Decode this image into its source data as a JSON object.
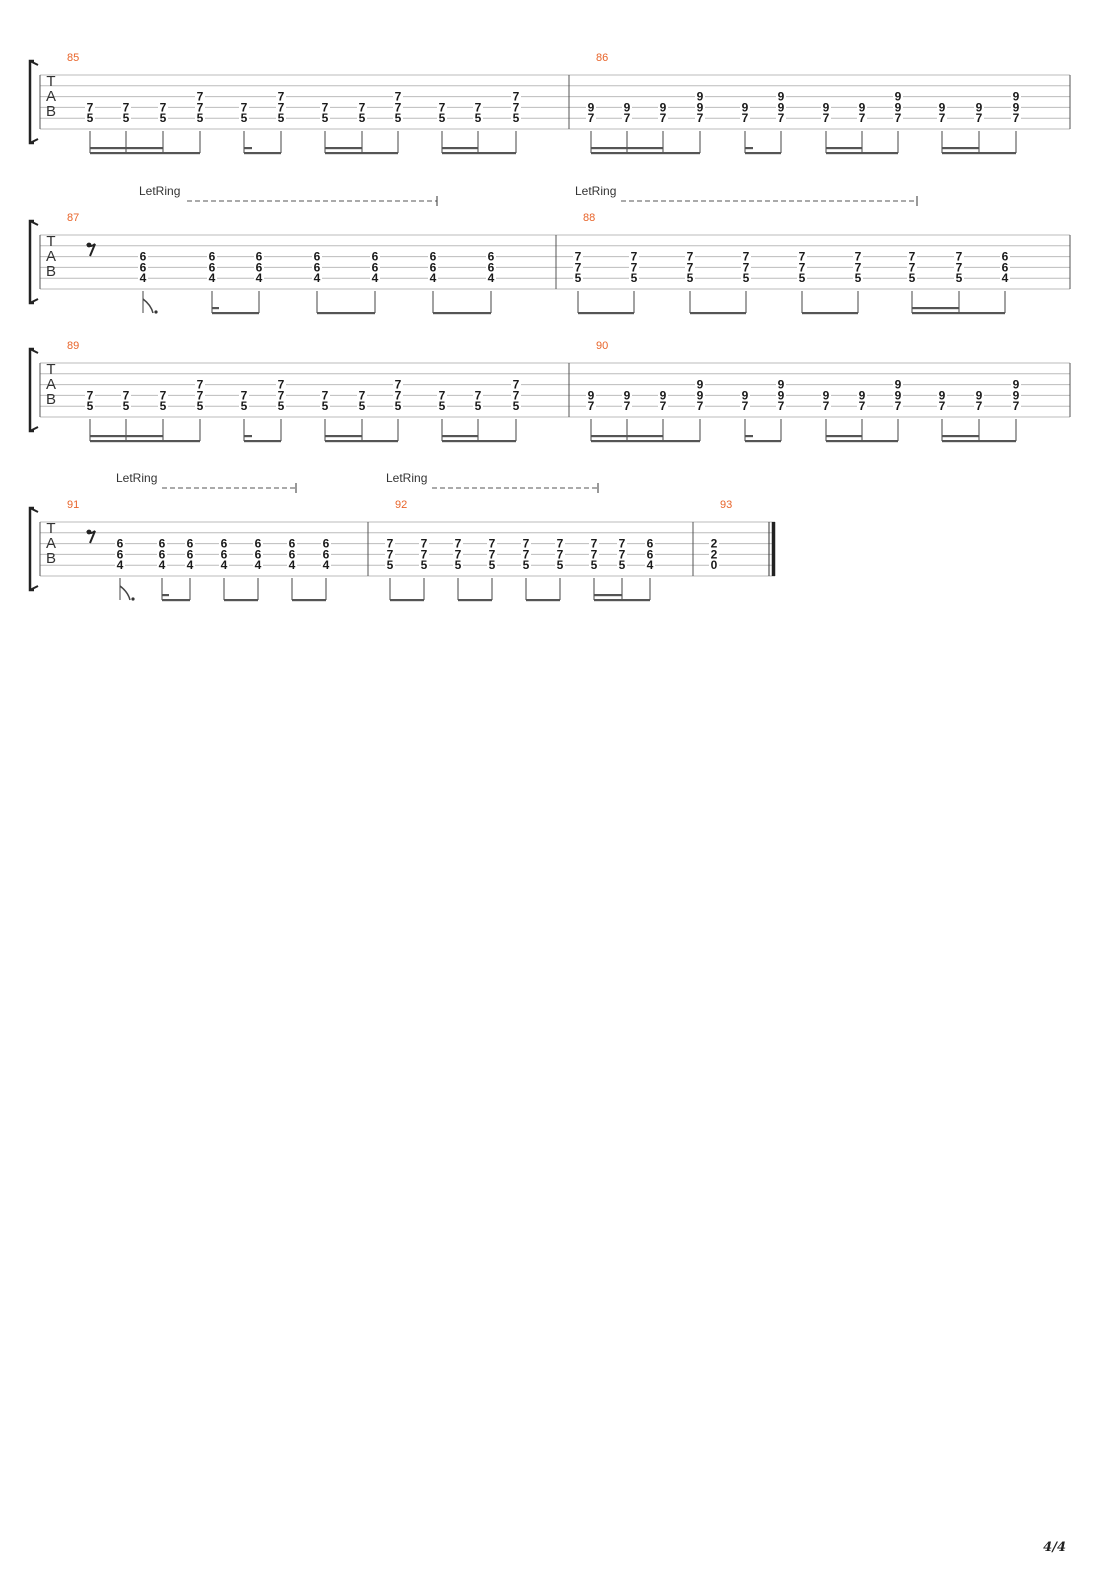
{
  "instrument_label": [
    "T",
    "A",
    "B"
  ],
  "let_ring_label": "LetRing",
  "page_number": "4/4",
  "colors": {
    "bar_number": "#e8642a",
    "staff_line": "#bbbbbb",
    "ink": "#1a1a1a"
  },
  "systems": [
    {
      "measures": [
        {
          "number": "85",
          "beats": [
            {
              "frets": [
                "7",
                "5"
              ]
            },
            {
              "frets": [
                "7",
                "5"
              ]
            },
            {
              "frets": [
                "7",
                "5"
              ]
            },
            {
              "frets": [
                "7",
                "7",
                "5"
              ]
            },
            {
              "frets": [
                "7",
                "5"
              ]
            },
            {
              "frets": [
                "7",
                "7",
                "5"
              ]
            },
            {
              "frets": [
                "7",
                "5"
              ]
            },
            {
              "frets": [
                "7",
                "5"
              ]
            },
            {
              "frets": [
                "7",
                "7",
                "5"
              ]
            },
            {
              "frets": [
                "7",
                "5"
              ]
            },
            {
              "frets": [
                "7",
                "5"
              ]
            },
            {
              "frets": [
                "7",
                "7",
                "5"
              ]
            }
          ]
        },
        {
          "number": "86",
          "beats": [
            {
              "frets": [
                "9",
                "7"
              ]
            },
            {
              "frets": [
                "9",
                "7"
              ]
            },
            {
              "frets": [
                "9",
                "7"
              ]
            },
            {
              "frets": [
                "9",
                "9",
                "7"
              ]
            },
            {
              "frets": [
                "9",
                "7"
              ]
            },
            {
              "frets": [
                "9",
                "9",
                "7"
              ]
            },
            {
              "frets": [
                "9",
                "7"
              ]
            },
            {
              "frets": [
                "9",
                "7"
              ]
            },
            {
              "frets": [
                "9",
                "9",
                "7"
              ]
            },
            {
              "frets": [
                "9",
                "7"
              ]
            },
            {
              "frets": [
                "9",
                "7"
              ]
            },
            {
              "frets": [
                "9",
                "9",
                "7"
              ]
            }
          ]
        }
      ]
    },
    {
      "measures": [
        {
          "number": "87",
          "let_ring": true,
          "rest": "eighth",
          "beats": [
            {
              "frets": [
                "6",
                "6",
                "4"
              ]
            },
            {
              "frets": [
                "6",
                "6",
                "4"
              ]
            },
            {
              "frets": [
                "6",
                "6",
                "4"
              ]
            },
            {
              "frets": [
                "6",
                "6",
                "4"
              ]
            },
            {
              "frets": [
                "6",
                "6",
                "4"
              ]
            },
            {
              "frets": [
                "6",
                "6",
                "4"
              ]
            },
            {
              "frets": [
                "6",
                "6",
                "4"
              ]
            }
          ]
        },
        {
          "number": "88",
          "let_ring": true,
          "beats": [
            {
              "frets": [
                "7",
                "7",
                "5"
              ]
            },
            {
              "frets": [
                "7",
                "7",
                "5"
              ]
            },
            {
              "frets": [
                "7",
                "7",
                "5"
              ]
            },
            {
              "frets": [
                "7",
                "7",
                "5"
              ]
            },
            {
              "frets": [
                "7",
                "7",
                "5"
              ]
            },
            {
              "frets": [
                "7",
                "7",
                "5"
              ]
            },
            {
              "frets": [
                "7",
                "7",
                "5"
              ]
            },
            {
              "frets": [
                "7",
                "7",
                "5"
              ]
            },
            {
              "frets": [
                "6",
                "6",
                "4"
              ]
            }
          ]
        }
      ]
    },
    {
      "measures": [
        {
          "number": "89",
          "beats": [
            {
              "frets": [
                "7",
                "5"
              ]
            },
            {
              "frets": [
                "7",
                "5"
              ]
            },
            {
              "frets": [
                "7",
                "5"
              ]
            },
            {
              "frets": [
                "7",
                "7",
                "5"
              ]
            },
            {
              "frets": [
                "7",
                "5"
              ]
            },
            {
              "frets": [
                "7",
                "7",
                "5"
              ]
            },
            {
              "frets": [
                "7",
                "5"
              ]
            },
            {
              "frets": [
                "7",
                "5"
              ]
            },
            {
              "frets": [
                "7",
                "7",
                "5"
              ]
            },
            {
              "frets": [
                "7",
                "5"
              ]
            },
            {
              "frets": [
                "7",
                "5"
              ]
            },
            {
              "frets": [
                "7",
                "7",
                "5"
              ]
            }
          ]
        },
        {
          "number": "90",
          "beats": [
            {
              "frets": [
                "9",
                "7"
              ]
            },
            {
              "frets": [
                "9",
                "7"
              ]
            },
            {
              "frets": [
                "9",
                "7"
              ]
            },
            {
              "frets": [
                "9",
                "9",
                "7"
              ]
            },
            {
              "frets": [
                "9",
                "7"
              ]
            },
            {
              "frets": [
                "9",
                "9",
                "7"
              ]
            },
            {
              "frets": [
                "9",
                "7"
              ]
            },
            {
              "frets": [
                "9",
                "7"
              ]
            },
            {
              "frets": [
                "9",
                "9",
                "7"
              ]
            },
            {
              "frets": [
                "9",
                "7"
              ]
            },
            {
              "frets": [
                "9",
                "7"
              ]
            },
            {
              "frets": [
                "9",
                "9",
                "7"
              ]
            }
          ]
        }
      ]
    },
    {
      "measures": [
        {
          "number": "91",
          "let_ring": true,
          "rest": "eighth",
          "beats": [
            {
              "frets": [
                "6",
                "6",
                "4"
              ]
            },
            {
              "frets": [
                "6",
                "6",
                "4"
              ]
            },
            {
              "frets": [
                "6",
                "6",
                "4"
              ]
            },
            {
              "frets": [
                "6",
                "6",
                "4"
              ]
            },
            {
              "frets": [
                "6",
                "6",
                "4"
              ]
            },
            {
              "frets": [
                "6",
                "6",
                "4"
              ]
            },
            {
              "frets": [
                "6",
                "6",
                "4"
              ]
            }
          ]
        },
        {
          "number": "92",
          "let_ring": true,
          "beats": [
            {
              "frets": [
                "7",
                "7",
                "5"
              ]
            },
            {
              "frets": [
                "7",
                "7",
                "5"
              ]
            },
            {
              "frets": [
                "7",
                "7",
                "5"
              ]
            },
            {
              "frets": [
                "7",
                "7",
                "5"
              ]
            },
            {
              "frets": [
                "7",
                "7",
                "5"
              ]
            },
            {
              "frets": [
                "7",
                "7",
                "5"
              ]
            },
            {
              "frets": [
                "7",
                "7",
                "5"
              ]
            },
            {
              "frets": [
                "7",
                "7",
                "5"
              ]
            },
            {
              "frets": [
                "6",
                "6",
                "4"
              ]
            }
          ]
        },
        {
          "number": "93",
          "final_barline": true,
          "beats": [
            {
              "frets": [
                "2",
                "2",
                "0"
              ]
            }
          ]
        }
      ]
    }
  ]
}
